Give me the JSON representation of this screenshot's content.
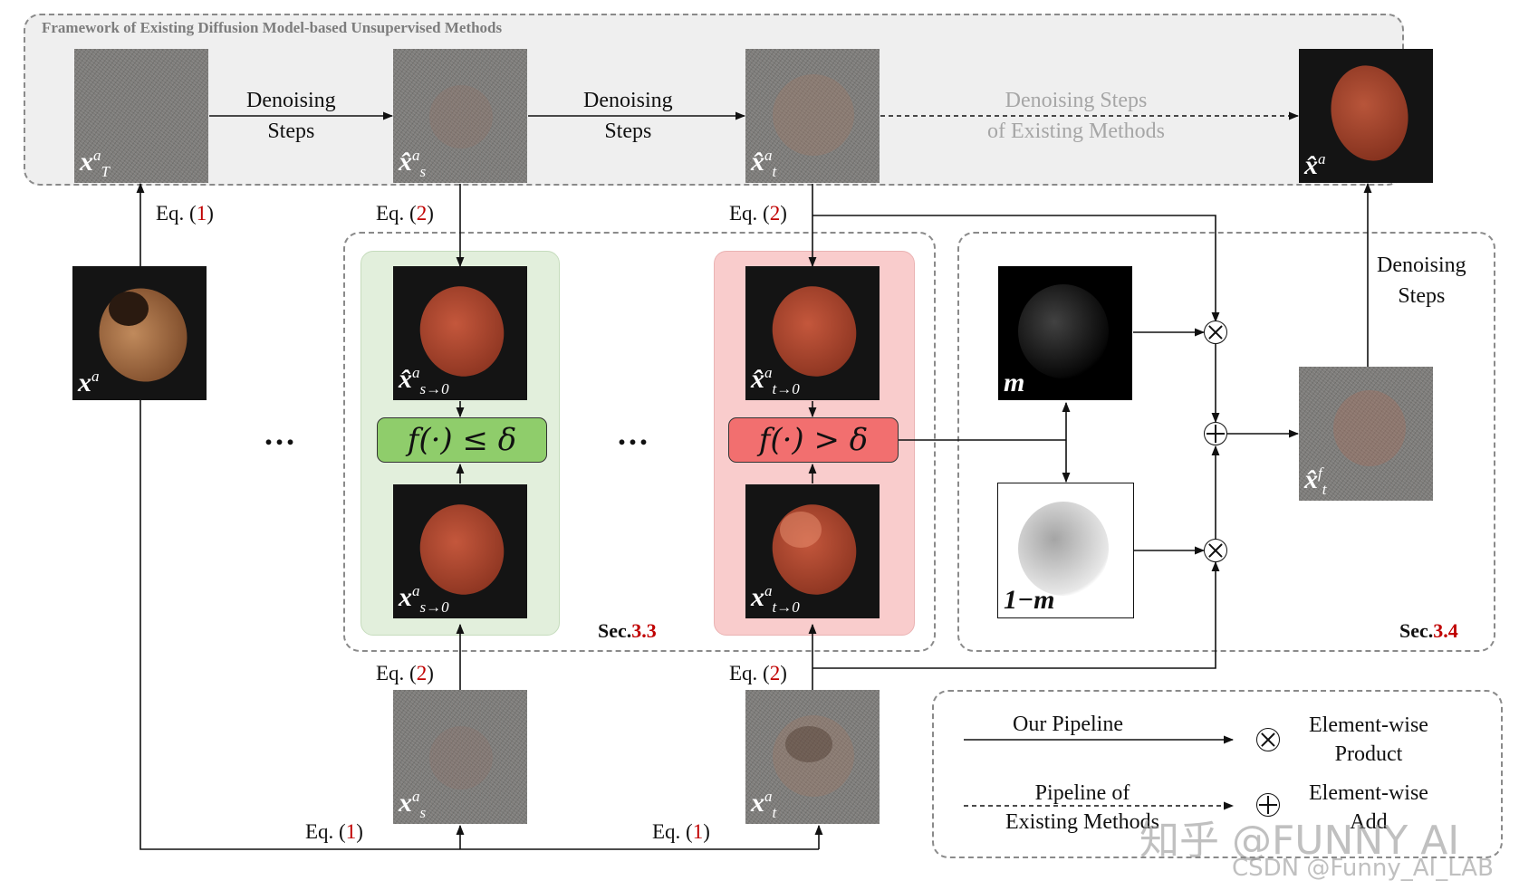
{
  "framework_title": "Framework of Existing Diffusion Model-based Unsupervised Methods",
  "denoising_steps_1": [
    "Denoising",
    "Steps"
  ],
  "denoising_steps_2": [
    "Denoising",
    "Steps"
  ],
  "denoising_existing": [
    "Denoising Steps",
    "of Existing Methods"
  ],
  "denoising_steps_right": [
    "Denoising",
    "Steps"
  ],
  "equations": {
    "eq1_text": "Eq. (",
    "eq1_num": "1",
    "eq2_num": "2",
    "close": ")"
  },
  "tiles": {
    "xT": {
      "base": "x",
      "sup": "a",
      "sub": "T"
    },
    "xs_hat": {
      "base": "x̂",
      "sup": "a",
      "sub": "s"
    },
    "xt_hat": {
      "base": "x̂",
      "sup": "a",
      "sub": "t"
    },
    "xa_hat": {
      "base": "x̂",
      "sup": "a",
      "sub": ""
    },
    "xa": {
      "base": "x",
      "sup": "a",
      "sub": ""
    },
    "xs0_hat": {
      "base": "x̂",
      "sup": "a",
      "sub": "s→0"
    },
    "xs0": {
      "base": "x",
      "sup": "a",
      "sub": "s→0"
    },
    "xt0_hat": {
      "base": "x̂",
      "sup": "a",
      "sub": "t→0"
    },
    "xt0": {
      "base": "x",
      "sup": "a",
      "sub": "t→0"
    },
    "m": {
      "base": "m",
      "sup": "",
      "sub": ""
    },
    "one_minus_m": {
      "base": "1−m",
      "sup": "",
      "sub": ""
    },
    "xtf_hat": {
      "base": "x̂",
      "sup": "f",
      "sub": "t"
    },
    "xs": {
      "base": "x",
      "sup": "a",
      "sub": "s"
    },
    "xt": {
      "base": "x",
      "sup": "a",
      "sub": "t"
    }
  },
  "conditions": {
    "green": "f(·) ≤ δ",
    "red": "f(·) > δ"
  },
  "ellipsis": "...",
  "sec33": {
    "prefix": "Sec.",
    "num": "3.3"
  },
  "sec34": {
    "prefix": "Sec.",
    "num": "3.4"
  },
  "legend": {
    "our_pipeline": "Our Pipeline",
    "existing_pipeline": [
      "Pipeline of",
      "Existing Methods"
    ],
    "product": [
      "Element-wise",
      "Product"
    ],
    "add": [
      "Element-wise",
      "Add"
    ]
  },
  "watermarks": {
    "zhihu": "知乎 @FUNNY AI",
    "csdn": "CSDN @Funny_AI_LAB"
  },
  "colors": {
    "accent_red": "#c00000",
    "green_panel": "#e2efdc",
    "red_panel": "#f9cccc",
    "green_cond": "#8fcd6b",
    "red_cond": "#f26f6f"
  }
}
